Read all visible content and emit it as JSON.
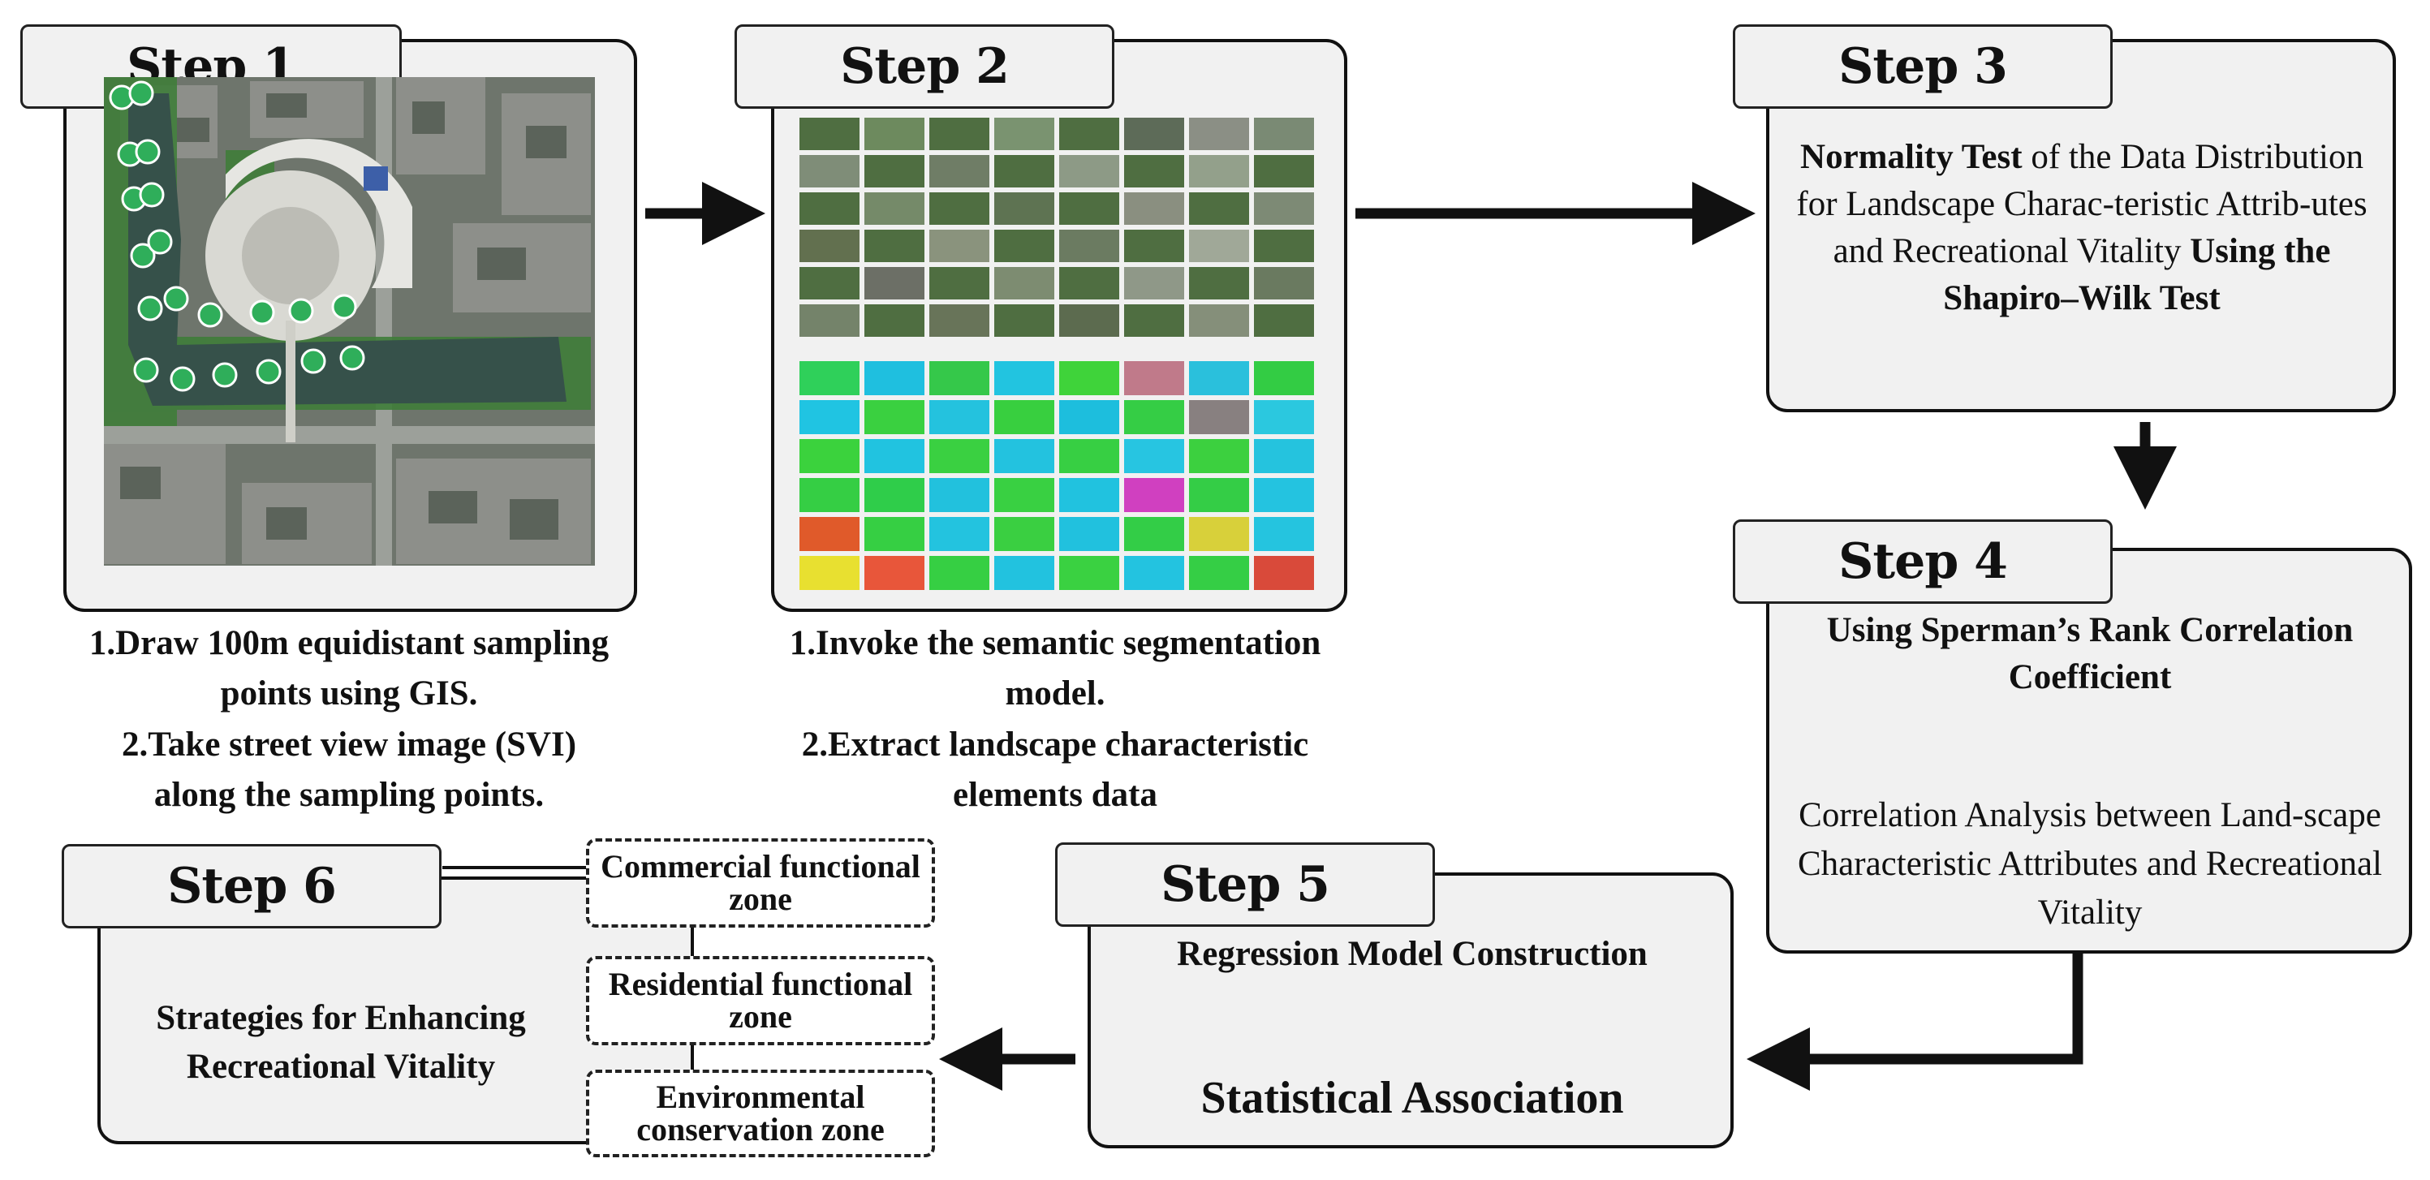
{
  "steps": {
    "s1": {
      "tab": "Step 1",
      "caption": [
        "1.Draw 100m equidistant sampling",
        "points using GIS.",
        "2.Take street view image (SVI)",
        "along the sampling points."
      ]
    },
    "s2": {
      "tab": "Step 2",
      "caption": [
        "1.Invoke the semantic segmentation",
        "model.",
        "2.Extract landscape characteristic",
        "elements data"
      ]
    },
    "s3": {
      "tab": "Step 3",
      "b1": "Normality Test",
      "t1": " of the Data Distribution for Landscape Charac-teristic Attrib-utes and Recreational Vitality ",
      "b2": "Using the Shapiro–Wilk Test"
    },
    "s4": {
      "tab": "Step 4",
      "heading": "Using Sperman’s Rank Correlation Coefficient",
      "body": "Correlation Analysis between Land-scape Characteristic Attributes and Recreational Vitality"
    },
    "s5": {
      "tab": "Step 5",
      "heading": "Regression Model Construction",
      "result": "Statistical Association"
    },
    "s6": {
      "tab": "Step 6",
      "body": "Strategies for Enhancing Recreational Vitality",
      "zones": [
        "Commercial functional zone",
        "Residential functional zone",
        "Environmental conservation zone"
      ]
    }
  },
  "colors": {
    "box_fill": "#f1f1f1",
    "outline": "#111111",
    "sample_point": "#2fae5a"
  }
}
